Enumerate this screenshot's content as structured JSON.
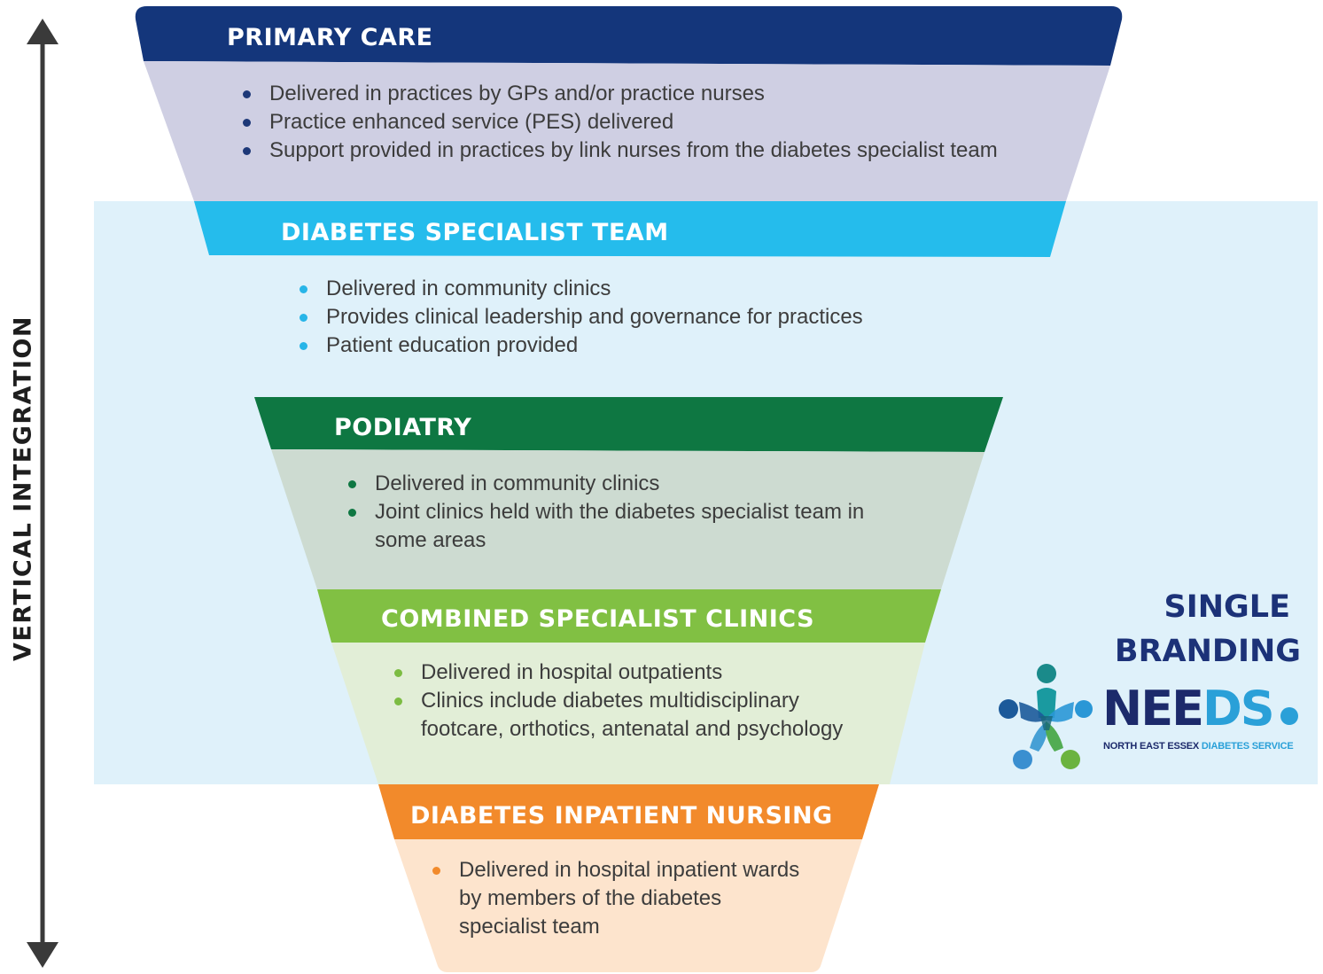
{
  "axis": {
    "label": "VERTICAL INTEGRATION"
  },
  "colors": {
    "navy": "#14367b",
    "primary_body": "#cfcfe3",
    "cyan": "#25bcec",
    "region_bg": "#dff1fa",
    "green": "#0e7742",
    "podiatry_body": "#cddbd1",
    "light_green": "#81c043",
    "combined_body": "#e2eed7",
    "orange": "#f28a2b",
    "inpatient_body": "#fde4cd",
    "brand_blue": "#1c3278"
  },
  "tiers": [
    {
      "title": "PRIMARY CARE",
      "bullet_color": "#1d3878",
      "items": [
        "Delivered in practices by GPs and/or practice nurses",
        "Practice enhanced service (PES) delivered",
        "Support provided in practices by link nurses from the diabetes specialist team"
      ]
    },
    {
      "title": "DIABETES SPECIALIST TEAM",
      "bullet_color": "#27b5e8",
      "items": [
        "Delivered in community clinics",
        "Provides clinical leadership and governance for practices",
        "Patient education provided"
      ]
    },
    {
      "title": "PODIATRY",
      "bullet_color": "#0e7742",
      "items": [
        "Delivered in community clinics",
        "Joint clinics held with the diabetes specialist team in some areas"
      ]
    },
    {
      "title": "COMBINED SPECIALIST CLINICS",
      "bullet_color": "#7cbc42",
      "items": [
        "Delivered in hospital outpatients",
        "Clinics include diabetes multidisciplinary footcare, orthotics, antenatal and psychology"
      ]
    },
    {
      "title": "DIABETES INPATIENT NURSING",
      "bullet_color": "#f28a2b",
      "items": [
        "Delivered in hospital inpatient wards by members of the diabetes specialist team"
      ]
    }
  ],
  "branding": {
    "line1": "SINGLE",
    "line2": "BRANDING",
    "logo_word_a": "NEE",
    "logo_word_b": "DS",
    "logo_sub_a": "NORTH EAST ESSEX ",
    "logo_sub_b": "DIABETES SERVICE"
  }
}
